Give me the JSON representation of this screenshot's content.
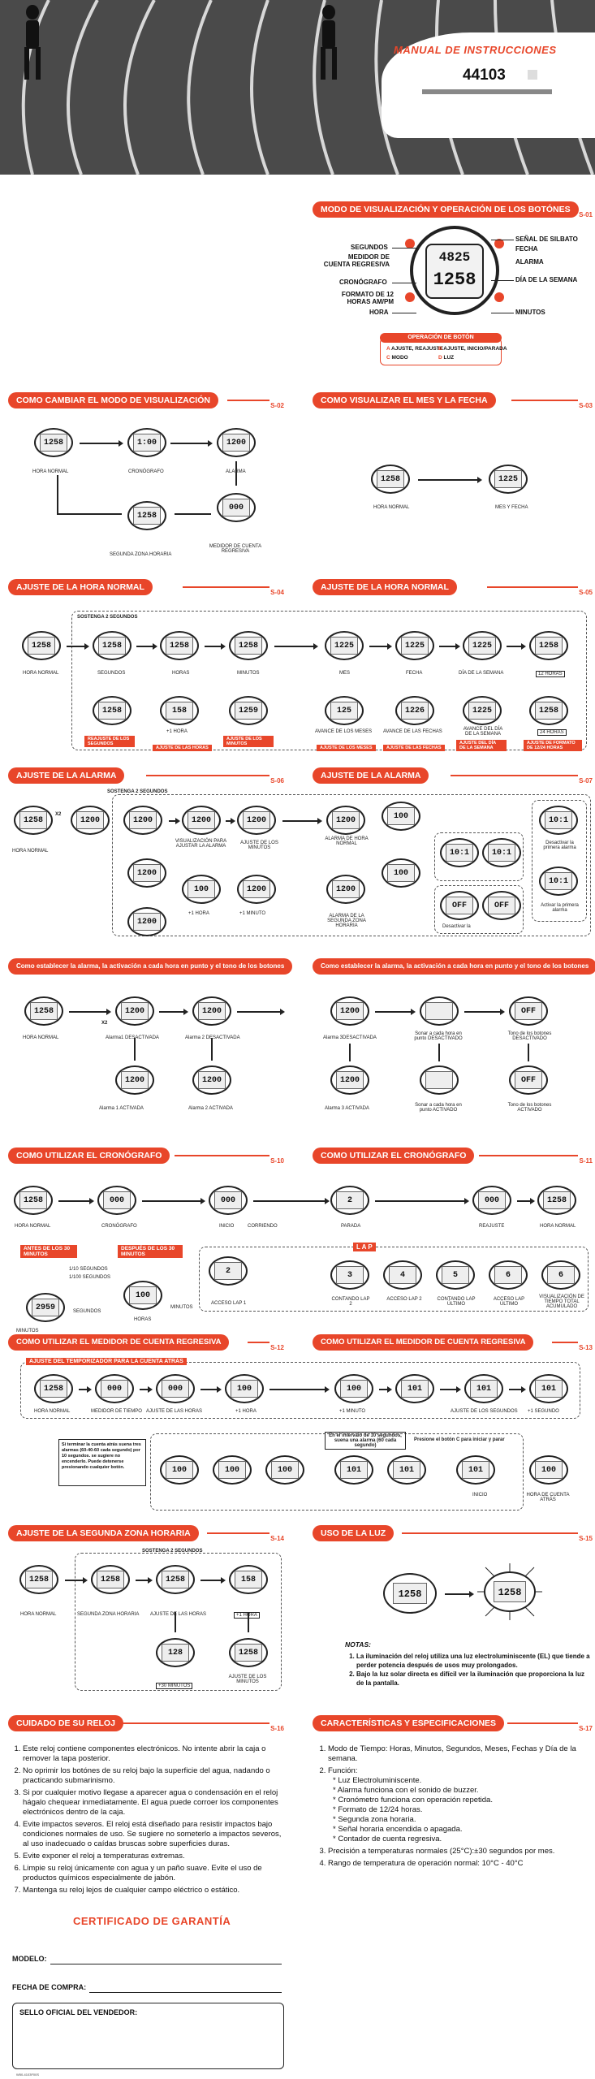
{
  "hero": {
    "title": "MANUAL DE INSTRUCCIONES",
    "model": "44103"
  },
  "colors": {
    "accent": "#e8462a",
    "dark": "#222222"
  },
  "s01": {
    "title": "MODO DE VISUALIZACIÓN Y OPERACIÓN DE LOS BOTÓNES",
    "page": "S-01",
    "lcd_top": "4825",
    "lcd_time": "1258",
    "labels_left": [
      "SEGUNDOS",
      "MEDIDOR DE CUENTA REGRESIVA",
      "CRONÓGRAFO",
      "FORMATO DE 12 HORAS AM/PM",
      "HORA"
    ],
    "labels_right": [
      "SEÑAL DE SILBATO",
      "FECHA",
      "ALARMA",
      "DÍA DE LA SEMANA",
      "MINUTOS"
    ],
    "buttons_title": "OPERACIÓN DE BOTÓN",
    "buttons": [
      {
        "key": "A",
        "text": "AJUSTE, REAJUSTE"
      },
      {
        "key": "B",
        "text": "AJUSTE, INICIO/PARADA"
      },
      {
        "key": "C",
        "text": "MODO"
      },
      {
        "key": "D",
        "text": "LUZ"
      }
    ]
  },
  "s02": {
    "title": "COMO CAMBIAR EL MODO DE VISUALIZACIÓN",
    "page": "S-02",
    "labels": [
      "HORA NORMAL",
      "CRONÓGRAFO",
      "ALARMA",
      "SEGUNDA ZONA HORARIA",
      "MEDIDOR DE CUENTA REGRESIVA"
    ],
    "lcds": [
      "1258",
      "1:00",
      "1200",
      "1258",
      "000"
    ]
  },
  "s03": {
    "title": "COMO VISUALIZAR EL MES Y LA FECHA",
    "page": "S-03",
    "labels": [
      "HORA NORMAL",
      "MES Y FECHA"
    ],
    "lcds": [
      "1258",
      "1225"
    ]
  },
  "s04": {
    "title": "AJUSTE DE LA HORA NORMAL",
    "page": "S-04",
    "labels": [
      "HORA NORMAL",
      "SEGUNDOS",
      "HORAS",
      "MINUTOS",
      "+1 HORA"
    ],
    "orange": [
      "REAJUSTE DE LOS SEGUNDOS",
      "AJUSTE DE LAS HORAS",
      "AJUSTE DE LOS MINUTOS"
    ],
    "hold": "SOSTENGA 2 SEGUNDOS",
    "lcds": [
      "1258",
      "1258",
      "1258",
      "1258",
      "1258",
      "158",
      "1259"
    ]
  },
  "s05": {
    "title": "AJUSTE DE LA HORA NORMAL",
    "page": "S-05",
    "labels": [
      "MES",
      "FECHA",
      "DÍA DE LA SEMANA",
      "12 HORAS",
      "AVANCE DE LOS MESES",
      "AVANCE DE LAS FECHAS",
      "AVANCE DEL DÍA DE LA SEMANA",
      "24 HORAS"
    ],
    "orange": [
      "AJUSTE DE LOS MESES",
      "AJUSTE DE LAS FECHAS",
      "AJUSTE DEL DÍA DE LA SEMANA",
      "AJUSTE DE FORMATO DE 12/24 HORAS"
    ],
    "lcds": [
      "1225",
      "1225",
      "1225",
      "1258",
      "125",
      "1226",
      "1225",
      "1258"
    ]
  },
  "s06": {
    "title": "AJUSTE DE LA ALARMA",
    "page": "S-06",
    "labels": [
      "HORA NORMAL",
      "VISUALIZACIÓN PARA AJUSTAR LA ALARMA",
      "AJUSTE DE LOS MINUTOS",
      "+1 HORA",
      "+1 MINUTO"
    ],
    "hold": "SOSTENGA 2 SEGUNDOS",
    "x2": "X2",
    "lcds": [
      "1258",
      "1200",
      "1200",
      "1200",
      "100",
      "1200"
    ]
  },
  "s07": {
    "title": "AJUSTE DE LA ALARMA",
    "page": "S-07",
    "labels": [
      "ALARMA DE HORA NORMAL",
      "ALARMA DE LA SEGUNDA ZONA HORARIA",
      "Desactivar la primera alarma",
      "Activar la primera alarma",
      "Desactivar la"
    ],
    "lcds": [
      "1200",
      "100",
      "10:1",
      "OFF"
    ]
  },
  "s08": {
    "title": "Como establecer la alarma, la activación a cada hora en punto y el tono de los botones",
    "page": "S-08",
    "labels": [
      "HORA NORMAL",
      "Alarma1 DESACTIVADA",
      "Alarma 2 DESACTIVADA",
      "Alarma 1 ACTIVADA",
      "Alarma 2 ACTIVADA"
    ],
    "x2": "X2",
    "lcds": [
      "1258",
      "1200",
      "1200",
      "1200",
      "1200"
    ]
  },
  "s09": {
    "title": "Como establecer la alarma, la activación a cada hora en punto y el tono de los botones",
    "page": "S-09",
    "labels": [
      "Alarma 3DESACTIVADA",
      "Sonar a cada hora en punto DESACTIVADO",
      "Tono de los botones DESACTIVADO",
      "Alarma 3 ACTIVADA",
      "Sonar a cada hora en punto ACTIVADO",
      "Tono de los botones ACTIVADO"
    ],
    "lcds": [
      "1200",
      "",
      "OFF",
      "1200",
      "",
      "OFF"
    ]
  },
  "s10": {
    "title": "COMO UTILIZAR EL CRONÓGRAFO",
    "page": "S-10",
    "labels": [
      "HORA NORMAL",
      "CRONÓGRAFO",
      "INICIO",
      "CORRIENDO",
      "ACCESO LAP 1",
      "MINUTOS",
      "SEGUNDOS",
      "1/10 SEGUNDOS",
      "1/100 SEGUNDOS",
      "HORAS",
      "MINUTOS"
    ],
    "orange": [
      "ANTES DE LOS 30 MINUTOS",
      "DESPUÉS DE LOS 30 MINUTOS"
    ],
    "lcds": [
      "1258",
      "000",
      "000",
      "2",
      "2959",
      "100"
    ]
  },
  "s11": {
    "title": "COMO UTILIZAR EL CRONÓGRAFO",
    "page": "S-11",
    "lap": "L A P",
    "labels": [
      "PARADA",
      "REAJUSTE",
      "HORA NORMAL",
      "CONTANDO LAP 2",
      "ACCESO LAP 2",
      "CONTANDO LAP ÚLTIMO",
      "ACCESO LAP ÚLTIMO",
      "VISUALIZACIÓN DE TIEMPO TOTAL ACUMULADO"
    ],
    "lcds": [
      "2",
      "000",
      "1258",
      "3",
      "4",
      "5",
      "6",
      "6"
    ]
  },
  "s12": {
    "title": "COMO UTILIZAR EL MEDIDOR DE CUENTA REGRESIVA",
    "page": "S-12",
    "orange": [
      "AJUSTE DEL TEMPORIZADOR PARA LA CUENTA ATRÁS"
    ],
    "labels": [
      "HORA NORMAL",
      "MEDIDOR DE TIEMPO",
      "AJUSTE DE LAS HORAS",
      "+1 HORA"
    ],
    "note": "Si terminar la cuenta atrás suena tres alarmas (60-40-60 cada segundo) por 10 segundos. se sugiere no encenderlo. Puede detenerse presionando cualquier botón.",
    "lcds": [
      "1258",
      "000",
      "000",
      "100"
    ]
  },
  "s13": {
    "title": "COMO UTILIZAR EL MEDIDOR DE CUENTA REGRESIVA",
    "page": "S-13",
    "labels": [
      "+1 MINUTO",
      "AJUSTE DE LOS SEGUNDOS",
      "+1 SEGUNDO",
      "INICIO",
      "HORA DE CUENTA ATRÁS"
    ],
    "note1": "En el intervalo de 10 segundos, suena una alarma (60 cada segundo)",
    "note2": "Presione el botón C para iniciar y parar",
    "lcds": [
      "100",
      "101",
      "101",
      "101",
      "100"
    ]
  },
  "s14": {
    "title": "AJUSTE DE LA SEGUNDA ZONA HORARIA",
    "page": "S-14",
    "labels": [
      "HORA NORMAL",
      "SEGUNDA ZONA HORARIA",
      "AJUSTE DE LAS HORAS",
      "+1 HORA",
      "+30 MINUTOS",
      "AJUSTE DE LOS MINUTOS"
    ],
    "hold": "SOSTENGA 2 SEGUNDOS",
    "lcds": [
      "1258",
      "1258",
      "1258",
      "158",
      "128",
      "1258"
    ]
  },
  "s15": {
    "title": "USO DE LA LUZ",
    "page": "S-15",
    "lcd": "1258",
    "notes_title": "NOTAS:",
    "notes": [
      "La iluminación del reloj utiliza una luz electroluminiscente (EL) que tiende a perder potencia después de usos muy prolongados.",
      "Bajo la luz solar directa es difícil ver la iluminación que proporciona la luz de la pantalla."
    ]
  },
  "s16": {
    "title": "CUIDADO DE SU RELOJ",
    "page": "S-16",
    "items": [
      "Este reloj contiene componentes electrónicos. No intente abrir la caja o remover la tapa posterior.",
      "No oprimir los botónes de su reloj bajo la superficie del agua, nadando o practicando submarinismo.",
      "Si por cualquier motivo llegase a aparecer agua o condensación en el reloj hágalo chequear inmediatamente. El agua puede corroer los componentes electrónicos dentro de la caja.",
      "Evite impactos severos. El reloj está diseñado para resistir impactos bajo condiciones normales de uso. Se sugiere no someterlo a impactos severos, al uso inadecuado o caídas bruscas sobre superficies duras.",
      "Evite exponer el reloj a temperaturas extremas.",
      "Limpie su reloj únicamente con agua y un paño suave. Evite el uso de productos químicos especialmente de jabón.",
      "Mantenga su reloj lejos de cualquier campo eléctrico o estático."
    ]
  },
  "s17": {
    "title": "CARACTERÍSTICAS Y ESPECIFICACIONES",
    "page": "S-17",
    "item1": "Modo de Tiempo: Horas, Minutos, Segundos, Meses, Fechas y Día de la semana.",
    "item2": "Función:",
    "functions": [
      "* Luz Electroluminiscente.",
      "* Alarma funciona con el sonido de buzzer.",
      "* Cronómetro funciona con operación repetida.",
      "* Formato de 12/24 horas.",
      "* Segunda zona horaria.",
      "* Señal horaria encendida o apagada.",
      "* Contador de cuenta regresiva."
    ],
    "item3": "Precisión a temperaturas normales (25°C):±30 segundos por mes.",
    "item4": "Rango de temperatura de operación normal: 10°C - 40°C"
  },
  "certificate": {
    "title": "CERTIFICADO DE GARANTÍA",
    "model_label": "MODELO:",
    "date_label": "FECHA DE COMPRA:",
    "seal_label": "SELLO OFICIAL DEL VENDEDOR:",
    "code": "W50-4103F00S"
  }
}
